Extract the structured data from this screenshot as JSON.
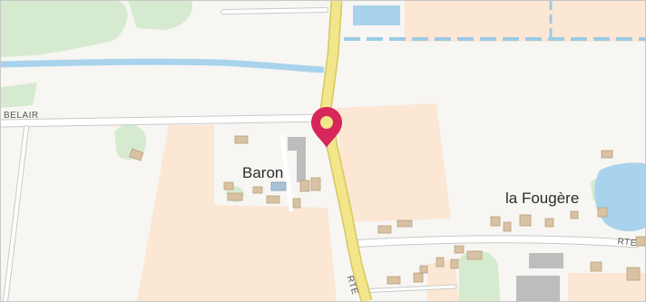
{
  "map": {
    "place_labels": [
      "Baron",
      "la Fougère"
    ],
    "road_labels": [
      "BELAIR",
      "RTE",
      "RTE"
    ],
    "marker": {
      "icon": "map-pin-icon",
      "color": "#d6265a"
    },
    "colors": {
      "main_road": "#f2e58a",
      "water": "#a9d3ec",
      "farmland": "#fbe7d4",
      "woodland": "#d6ead0",
      "building": "#d8c2a3",
      "industrial": "#bdbdbd",
      "minor_road": "#ffffff",
      "boundary": "#9ccbe6"
    }
  }
}
